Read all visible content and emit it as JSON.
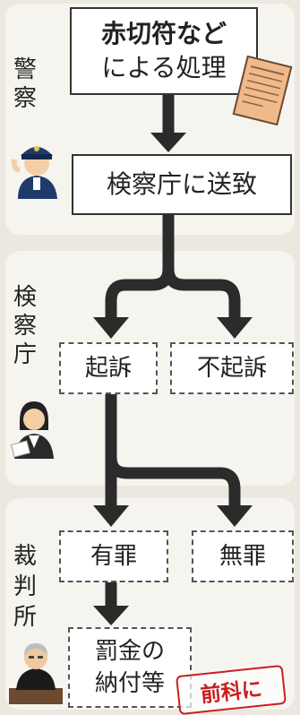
{
  "sections": {
    "police": "警\n察",
    "prosecutor": "検\n察\n庁",
    "court": "裁\n判\n所"
  },
  "boxes": {
    "ticket_line1": "赤切符など",
    "ticket_line2": "による処理",
    "send": "検察庁に送致",
    "indict": "起訴",
    "nonindict": "不起訴",
    "guilty": "有罪",
    "notguilty": "無罪",
    "fine_line1": "罰金の",
    "fine_line2": "納付等"
  },
  "stamp": "前科に",
  "colors": {
    "arrow": "#2b2b2b",
    "stamp": "#c8201e",
    "ticket": "#f0b98a"
  },
  "icons": [
    "red-ticket-icon",
    "police-officer-icon",
    "prosecutor-icon",
    "judge-icon"
  ]
}
